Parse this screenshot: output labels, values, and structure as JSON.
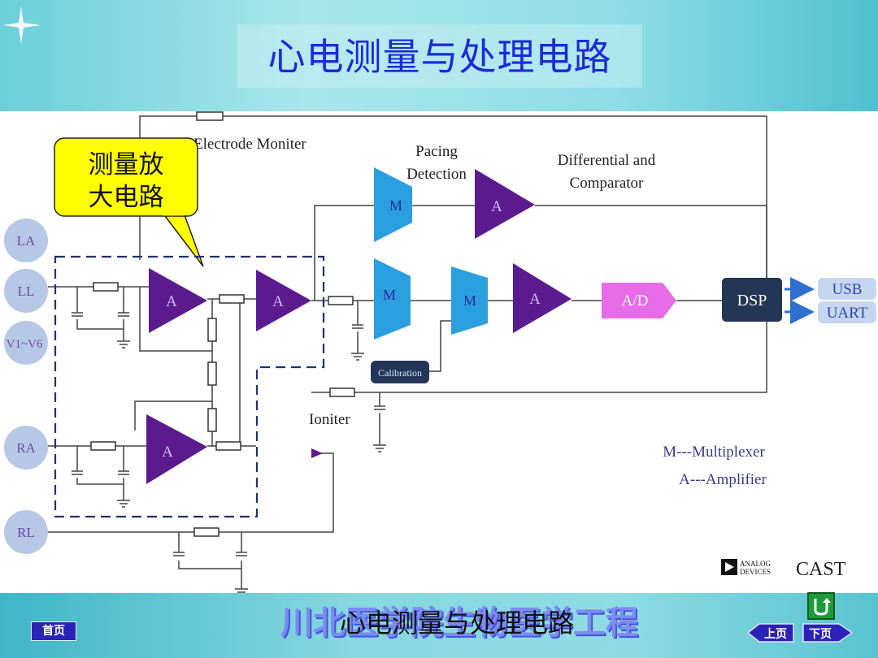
{
  "slide": {
    "title": "心电测量与处理电路",
    "callout": "测量放大电路",
    "callout_line1": "测量放",
    "callout_line2": "大电路"
  },
  "diagram": {
    "electrode_monitor": "Electrode   Moniter",
    "pacing_detection_1": "Pacing",
    "pacing_detection_2": "Detection",
    "differential_1": "Differential and",
    "differential_2": "Comparator",
    "inputs": [
      "LA",
      "LL",
      "V1~V6",
      "RA",
      "RL"
    ],
    "amp_label": "A",
    "mux_label": "M",
    "adc_label": "A/D",
    "dsp_label": "DSP",
    "calibration_label": "Calibration",
    "monitor_partial": "Ioniter",
    "outputs": [
      "USB",
      "UART"
    ],
    "legend_mux": "M---Multiplexer",
    "legend_amp": "A---Amplifier",
    "logo_small": "ANALOG DEVICES",
    "logo_cast": "CAST"
  },
  "footer": {
    "home_label": "首页",
    "watermark_text": "川北医学院生物医学工程",
    "caption": "心电测量与处理电路",
    "prev_label": "上页",
    "next_label": "下页"
  },
  "colors": {
    "title": "#1c2ad6",
    "amplifier": "#5c1a8f",
    "multiplexer": "#2a9fe0",
    "adc": "#e76ce9",
    "dsp": "#243656",
    "input_circle": "#b7c8e6",
    "callout_fill": "#ffff00"
  }
}
